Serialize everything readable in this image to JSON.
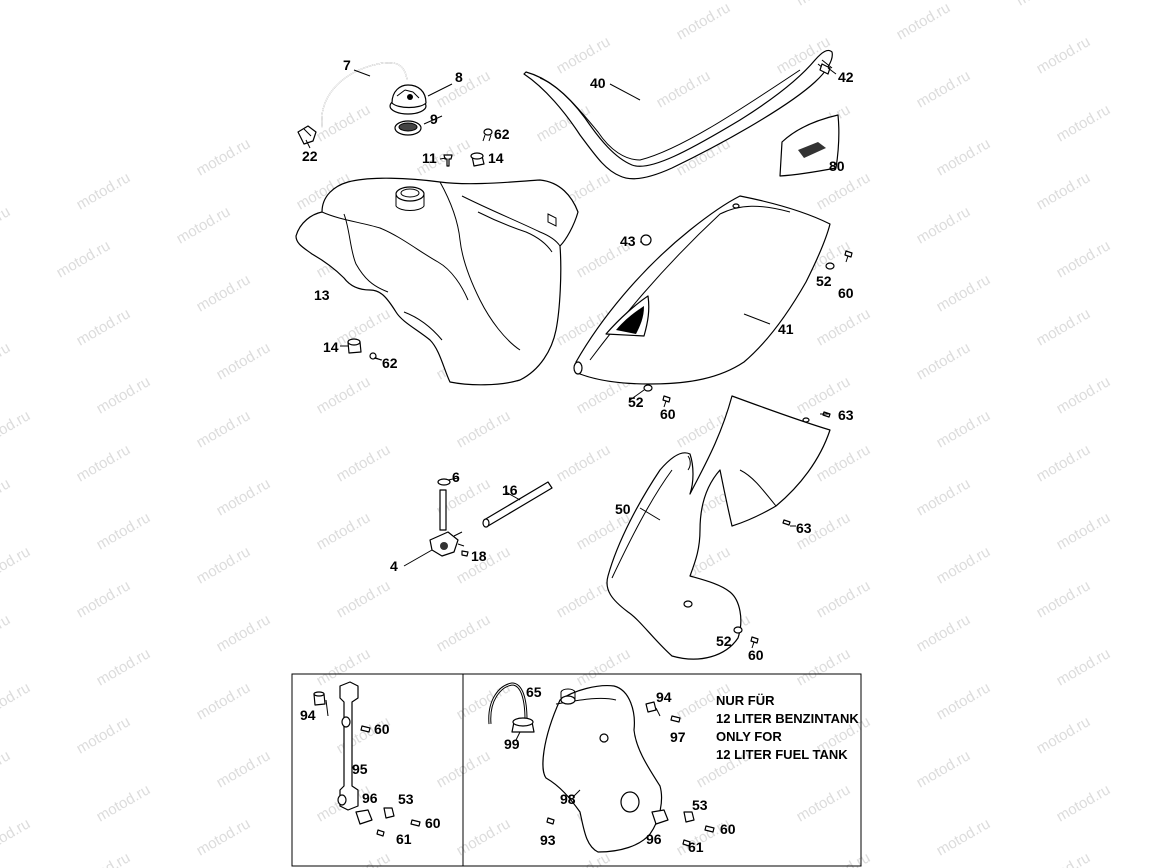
{
  "watermark": "motod.ru",
  "labels": {
    "l7": "7",
    "l8": "8",
    "l9": "9",
    "l22": "22",
    "l62a": "62",
    "l11": "11",
    "l14a": "14",
    "l40": "40",
    "l42": "42",
    "l80": "80",
    "l13": "13",
    "l14b": "14",
    "l62b": "62",
    "l43": "43",
    "l52a": "52",
    "l60a": "60",
    "l41": "41",
    "l52b": "52",
    "l60b": "60",
    "l63a": "63",
    "l6": "6",
    "l16": "16",
    "l50": "50",
    "l4": "4",
    "l18": "18",
    "l63b": "63",
    "l52c": "52",
    "l60c": "60",
    "l94a": "94",
    "l60d": "60",
    "l95": "95",
    "l96a": "96",
    "l53a": "53",
    "l60e": "60",
    "l61a": "61",
    "l65": "65",
    "l99": "99",
    "l94b": "94",
    "l97": "97",
    "l98": "98",
    "l93": "93",
    "l53b": "53",
    "l96b": "96",
    "l60f": "60",
    "l61b": "61"
  },
  "note": {
    "line1": "NUR FÜR",
    "line2": "12 LITER BENZINTANK",
    "line3": "ONLY FOR",
    "line4": "12 LITER FUEL TANK"
  }
}
